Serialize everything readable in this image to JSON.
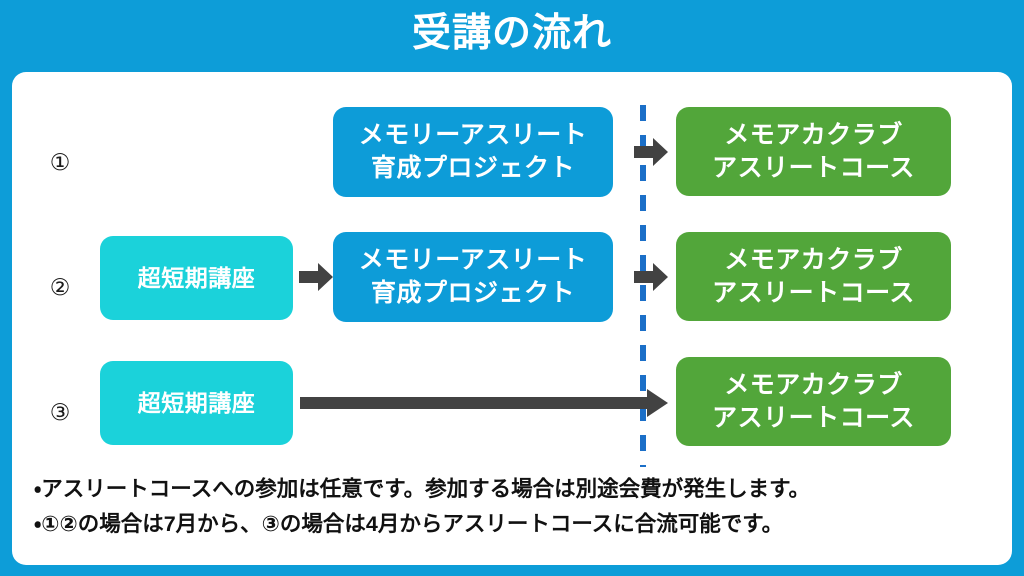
{
  "header": {
    "title": "受講の流れ",
    "background_color": "#0d9dd8",
    "text_color": "#ffffff"
  },
  "colors": {
    "page_background": "#0d9dd8",
    "card_background": "#ffffff",
    "cyan_box": "#1bd2da",
    "blue_box": "#0d9cd8",
    "green_box": "#52a63a",
    "arrow": "#424242",
    "divider_dashed": "#1b6fc8",
    "footnote_text": "#111111"
  },
  "divider": {
    "name": "vertical-dashed-divider",
    "style": "dashed",
    "color": "#1b6fc8"
  },
  "rows": [
    {
      "index_label": "①",
      "cyan_box": null,
      "blue_box": {
        "line1": "メモリーアスリート",
        "line2": "育成プロジェクト"
      },
      "green_box": {
        "line1": "メモアカクラブ",
        "line2": "アスリートコース"
      },
      "arrows": [
        "arrow-to-green"
      ]
    },
    {
      "index_label": "②",
      "cyan_box": {
        "line1": "超短期講座"
      },
      "blue_box": {
        "line1": "メモリーアスリート",
        "line2": "育成プロジェクト"
      },
      "green_box": {
        "line1": "メモアカクラブ",
        "line2": "アスリートコース"
      },
      "arrows": [
        "arrow-cyan-to-blue",
        "arrow-to-green"
      ]
    },
    {
      "index_label": "③",
      "cyan_box": {
        "line1": "超短期講座"
      },
      "blue_box": null,
      "green_box": {
        "line1": "メモアカクラブ",
        "line2": "アスリートコース"
      },
      "arrows": [
        "long-arrow-to-green"
      ]
    }
  ],
  "footnotes": [
    "・アスリートコースへの参加は任意です。参加する場合は別途会費が発生します。",
    "・①②の場合は7月から、③の場合は4月からアスリートコースに合流可能です。"
  ]
}
